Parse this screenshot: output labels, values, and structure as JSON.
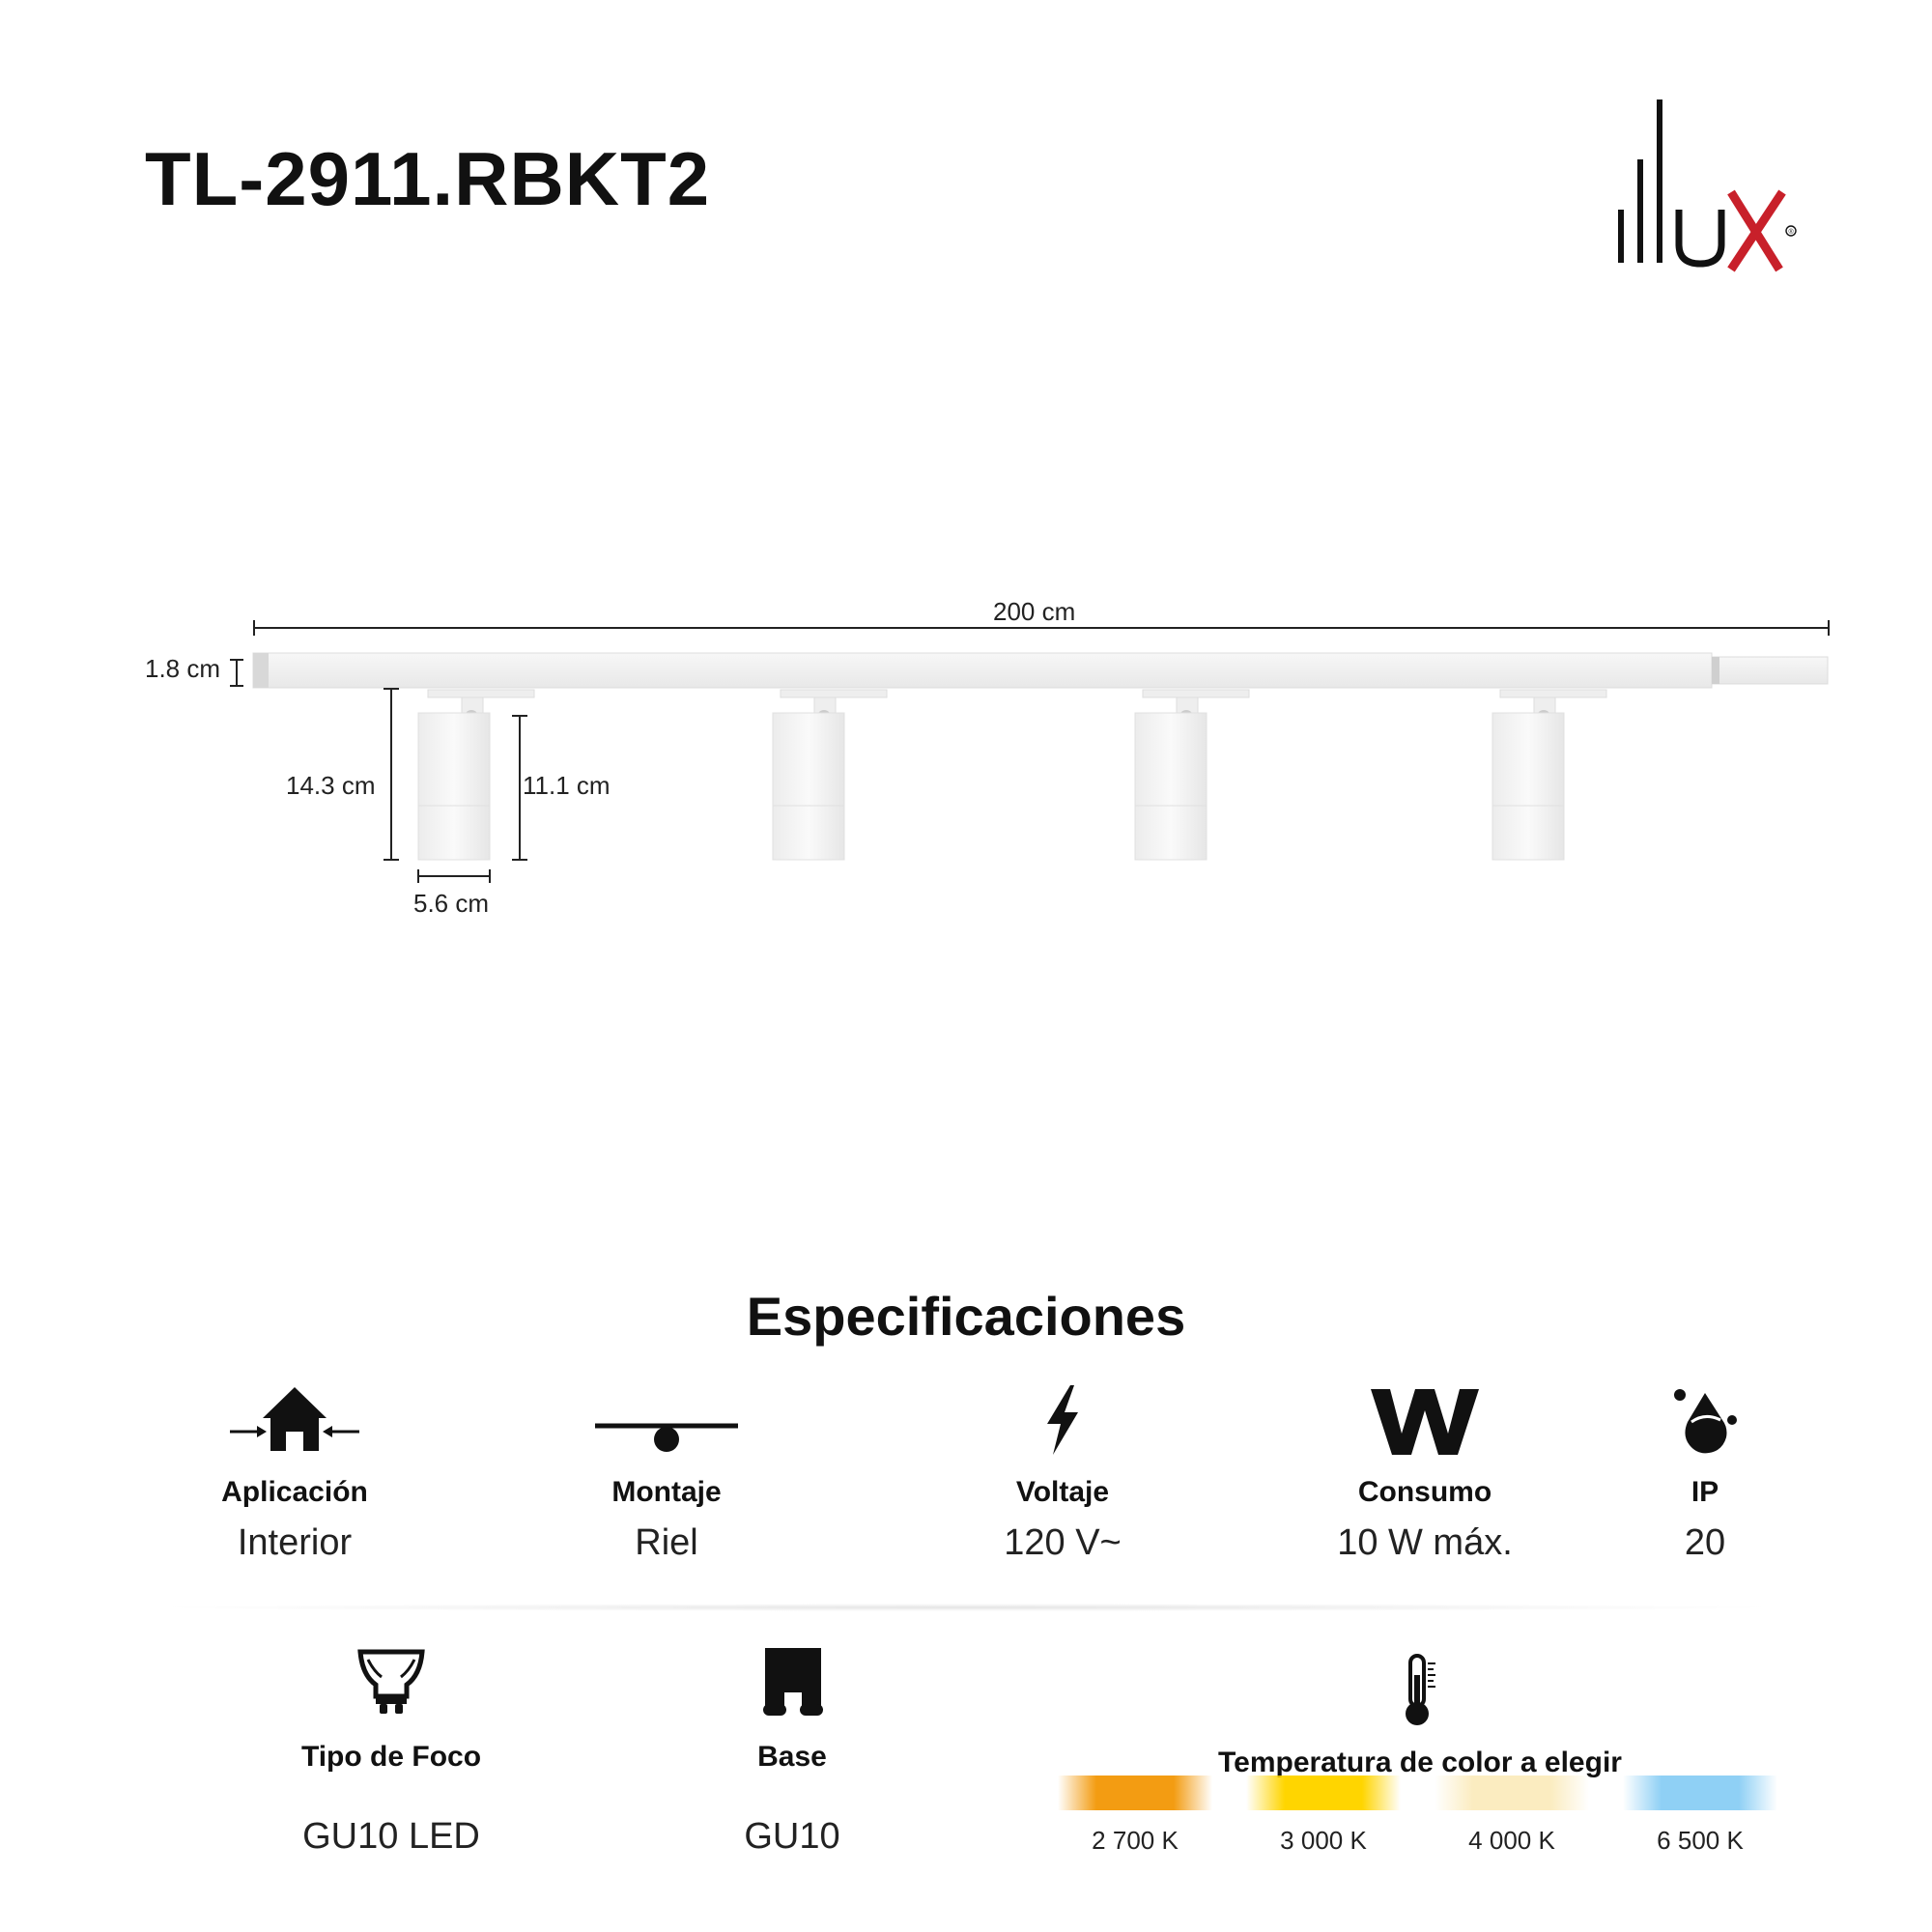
{
  "header": {
    "product_code": "TL-2911.RBKT2",
    "brand": "illux",
    "registered_mark": "®"
  },
  "dimensions": {
    "length": "200 cm",
    "rail_height": "1.8 cm",
    "total_height": "14.3 cm",
    "head_height": "11.1 cm",
    "head_width": "5.6 cm"
  },
  "colors": {
    "text": "#111111",
    "logo_red": "#c8202a",
    "fixture_white": "#f4f4f4"
  },
  "specs": {
    "title": "Especificaciones",
    "items": [
      {
        "icon": "house-interior-icon",
        "label": "Aplicación",
        "value": "Interior"
      },
      {
        "icon": "rail-mount-icon",
        "label": "Montaje",
        "value": "Riel"
      },
      {
        "icon": "lightning-bolt-icon",
        "label": "Voltaje",
        "value": "120 V~"
      },
      {
        "icon": "watt-w-icon",
        "label": "Consumo",
        "value": "10 W máx."
      },
      {
        "icon": "water-drop-icon",
        "label": "IP",
        "value": "20"
      },
      {
        "icon": "bulb-gu10-icon",
        "label": "Tipo de Foco",
        "value": "GU10 LED"
      },
      {
        "icon": "base-socket-icon",
        "label": "Base",
        "value": "GU10"
      }
    ],
    "color_temperature": {
      "label": "Temperatura de color a elegir",
      "icon": "thermometer-icon",
      "options": [
        {
          "value": "2 700 K",
          "color": "#f39c12"
        },
        {
          "value": "3 000 K",
          "color": "#ffd500"
        },
        {
          "value": "4 000 K",
          "color": "#fbecc0"
        },
        {
          "value": "6 500 K",
          "color": "#8fd0f5"
        }
      ]
    }
  }
}
